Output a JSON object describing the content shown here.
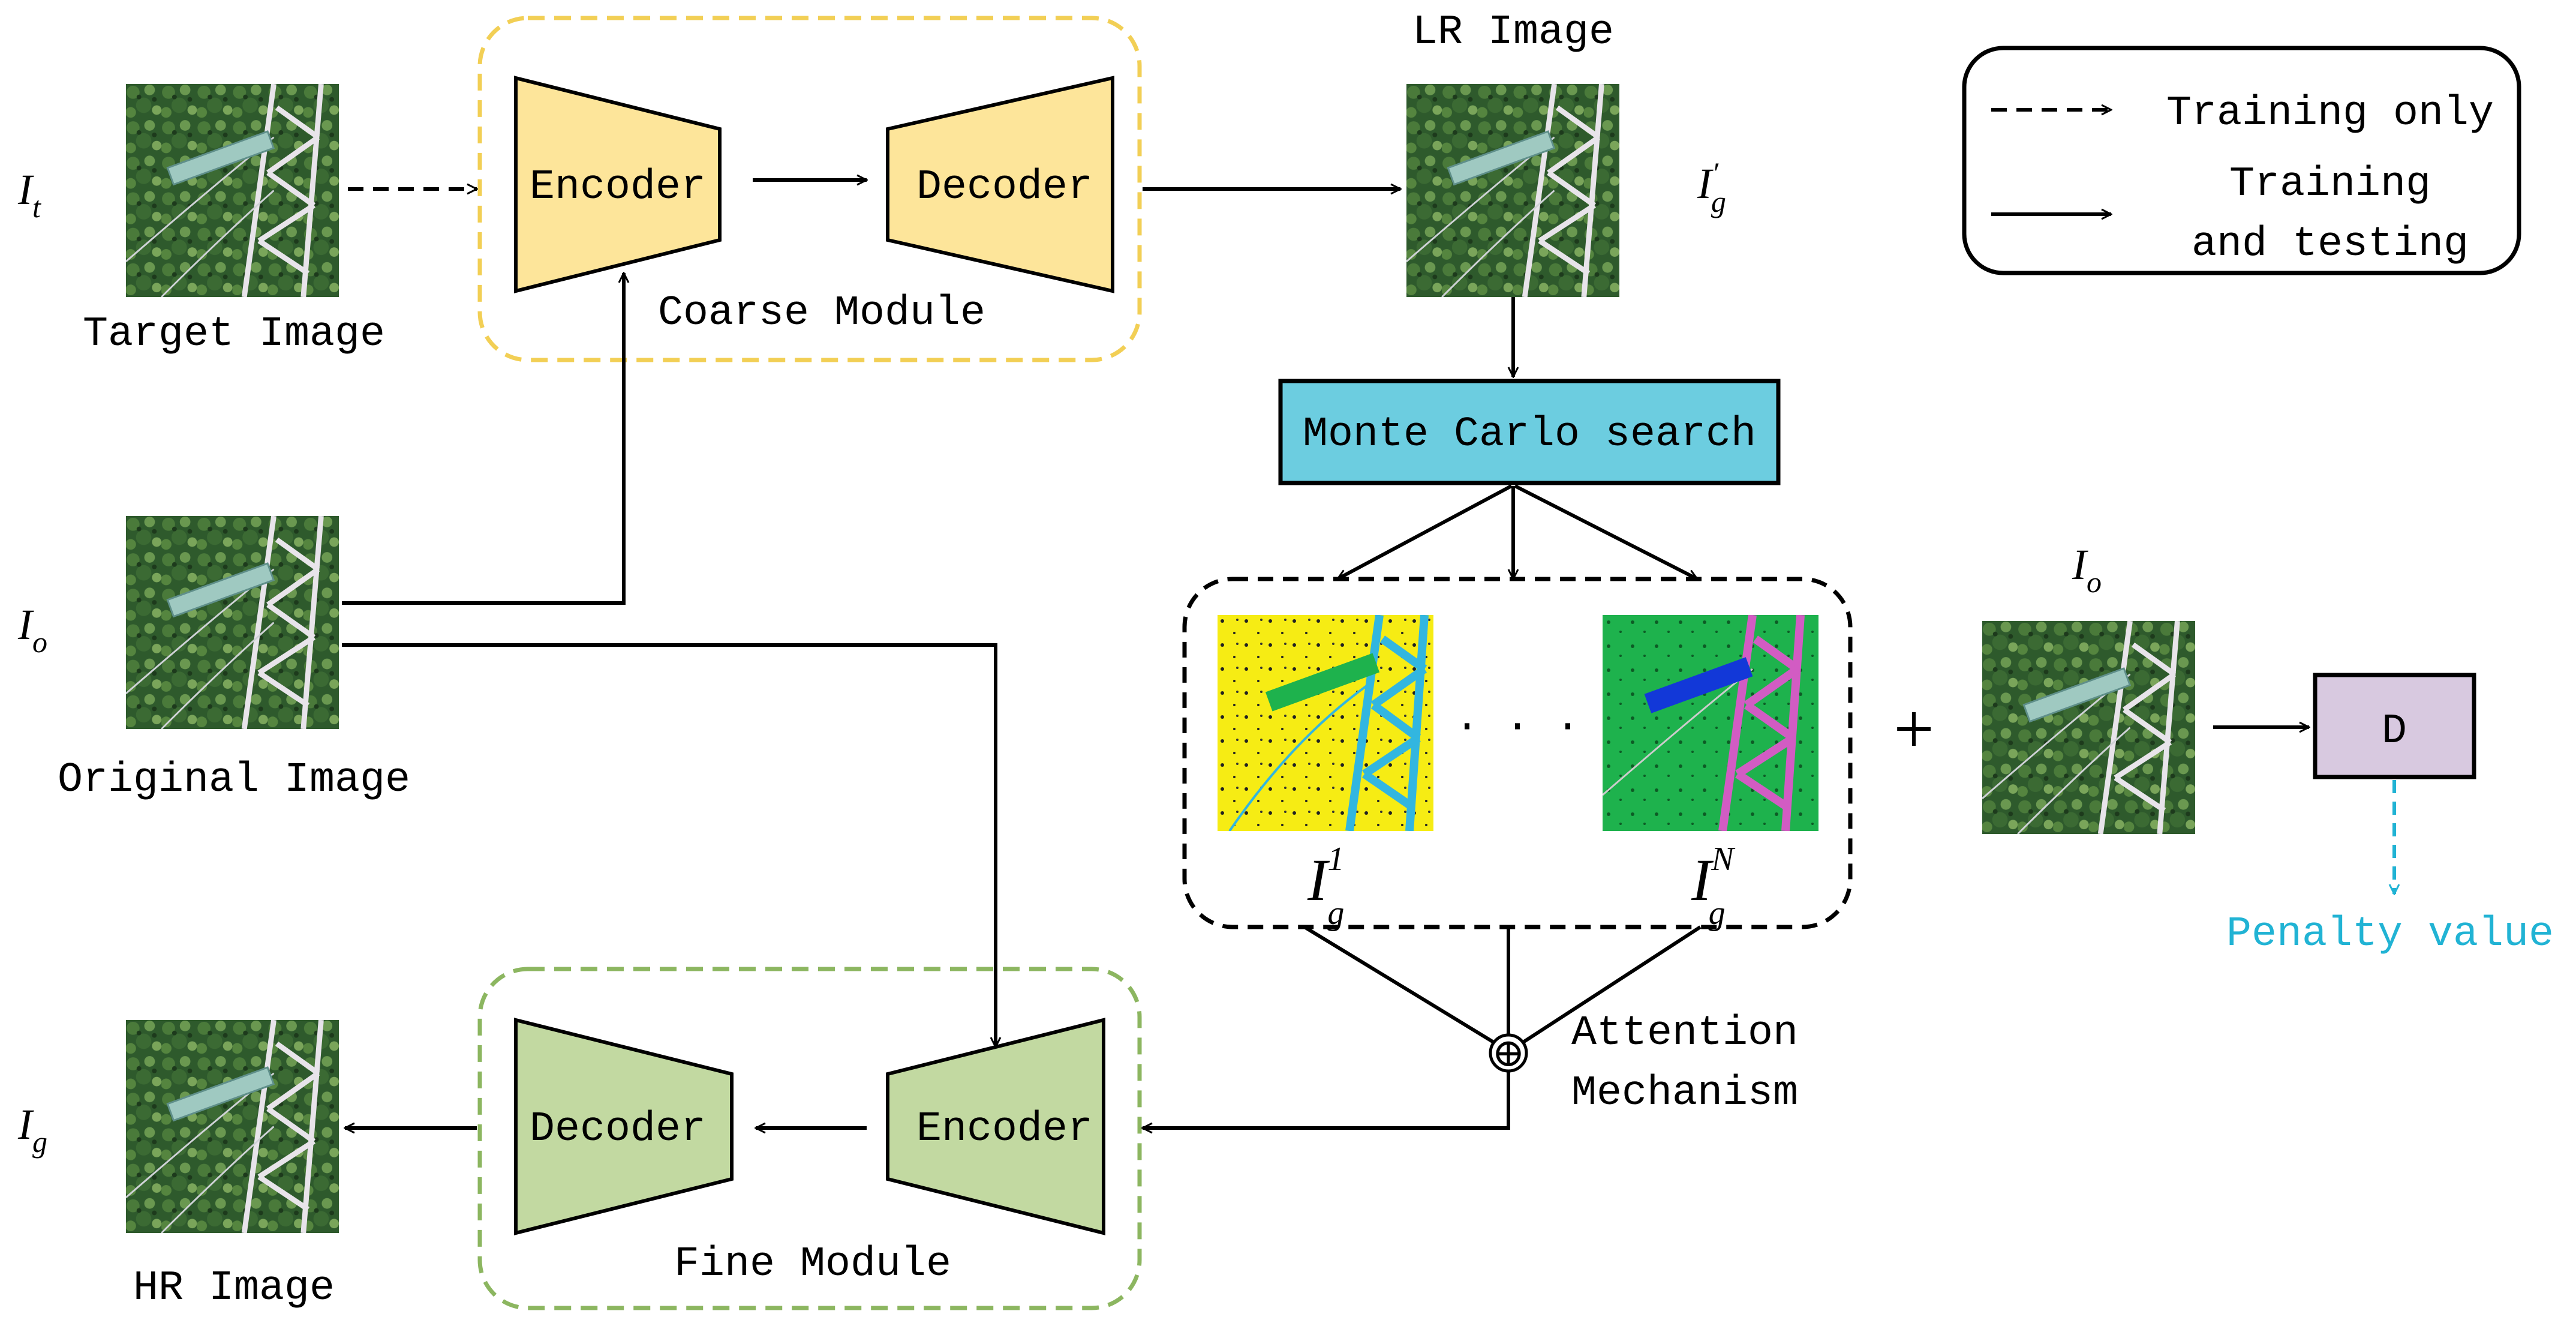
{
  "legend": {
    "dashed_label": "Training only",
    "solid_label_line1": "Training",
    "solid_label_line2": "and testing"
  },
  "images": {
    "target": {
      "symbol": "I",
      "subscript": "t",
      "caption": "Target Image"
    },
    "original": {
      "symbol": "I",
      "subscript": "o",
      "caption": "Original Image"
    },
    "lr": {
      "symbol": "I",
      "subscript": "g",
      "prime": "′",
      "caption": "LR Image"
    },
    "hr": {
      "symbol": "I",
      "subscript": "g",
      "caption": "HR Image"
    },
    "original_right": {
      "symbol": "I",
      "subscript": "o"
    }
  },
  "coarse_module": {
    "label": "Coarse Module",
    "encoder": "Encoder",
    "decoder": "Decoder"
  },
  "fine_module": {
    "label": "Fine Module",
    "encoder": "Encoder",
    "decoder": "Decoder"
  },
  "monte_carlo": {
    "label": "Monte Carlo search"
  },
  "samples": {
    "first": {
      "symbol": "I",
      "subscript": "g",
      "superscript": "1"
    },
    "last": {
      "symbol": "I",
      "subscript": "g",
      "superscript": "N"
    },
    "ellipsis": "· · ·"
  },
  "attention": {
    "line1": "Attention",
    "line2": "Mechanism",
    "operator": "⊕"
  },
  "plus": "+",
  "discriminator": {
    "label": "D"
  },
  "penalty": {
    "label": "Penalty value"
  },
  "colors": {
    "encoder_coarse": "#fde59a",
    "encoder_fine": "#c2d9a1",
    "coarse_border": "#f2cf55",
    "fine_border": "#8cb660",
    "monte_carlo": "#6ccde0",
    "discriminator": "#d8c9e0",
    "penalty": "#21b3d4",
    "seg_yellow": "#f6ec14",
    "seg_cyan": "#32b6e0",
    "seg_green": "#1eb24d",
    "seg_blue": "#1238d8",
    "seg_magenta": "#d25cc3"
  }
}
